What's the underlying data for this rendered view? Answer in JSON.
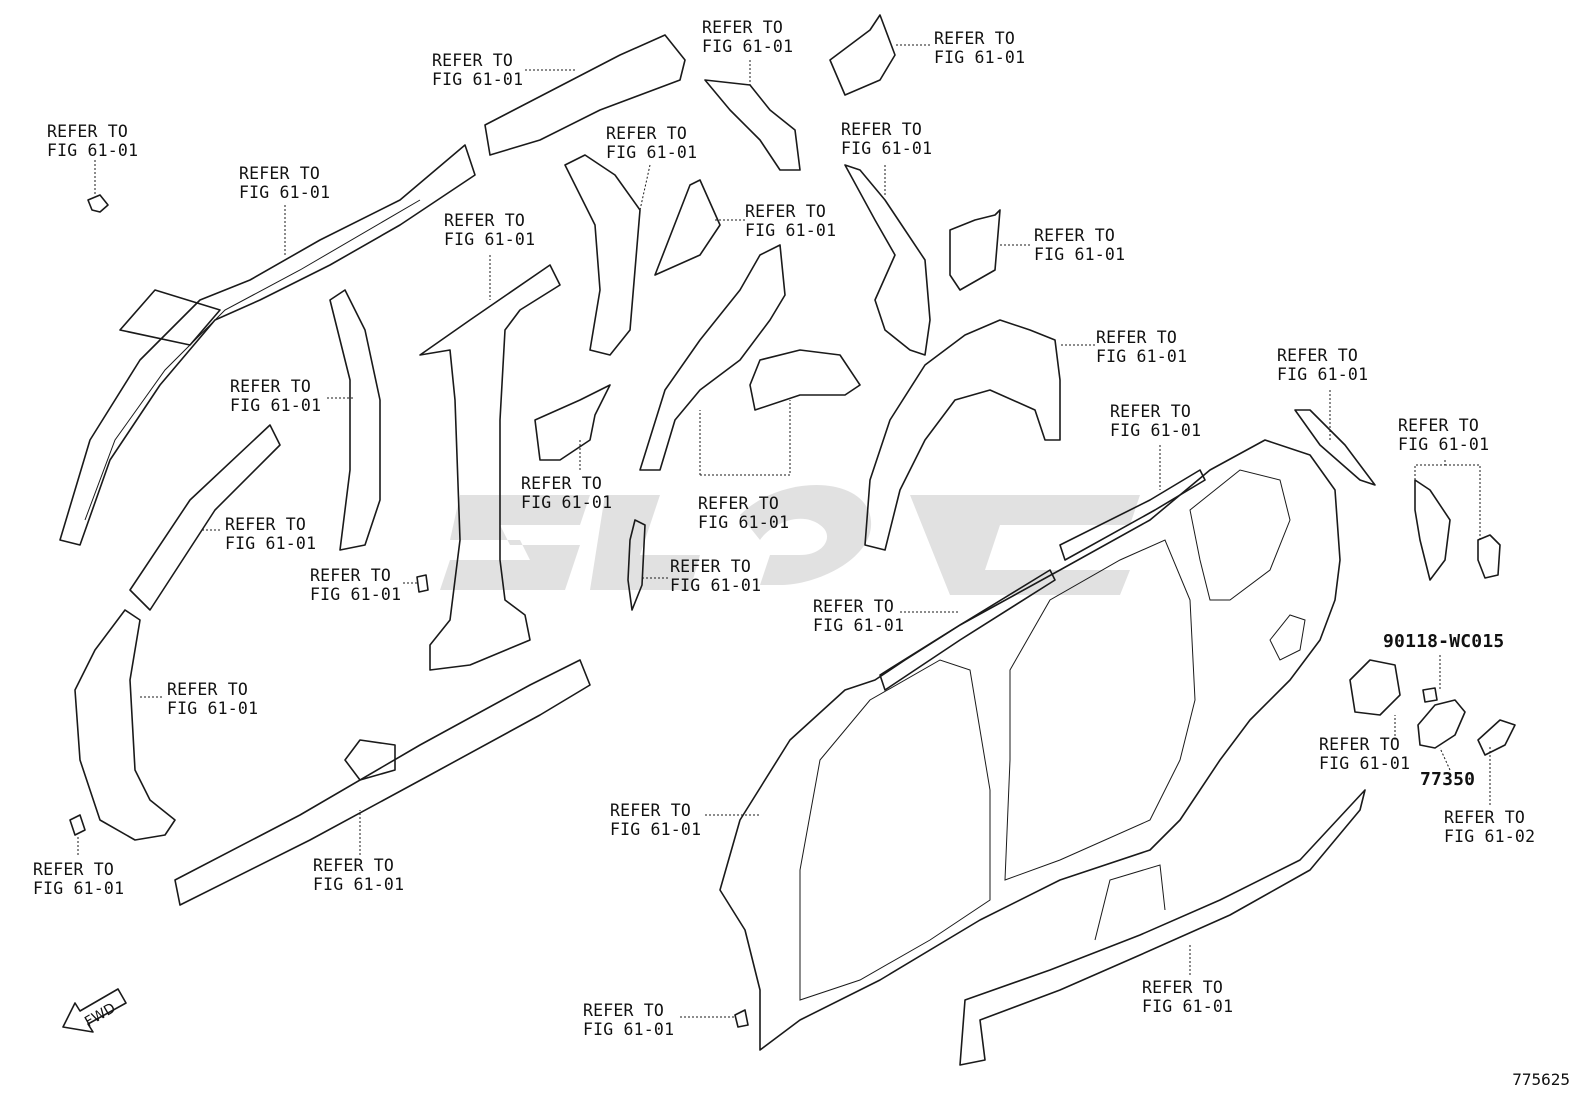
{
  "refer_text": "REFER TO",
  "labels": {
    "l01": "FIG 61-01",
    "l02": "FIG 61-01",
    "l03": "FIG 61-01",
    "l04": "FIG 61-01",
    "l05": "FIG 61-01",
    "l06": "FIG 61-01",
    "l07": "FIG 61-01",
    "l08": "FIG 61-01",
    "l09": "FIG 61-01",
    "l10": "FIG 61-01",
    "l11": "FIG 61-01",
    "l12": "FIG 61-01",
    "l13": "FIG 61-01",
    "l14": "FIG 61-01",
    "l15": "FIG 61-01",
    "l16": "FIG 61-01",
    "l17": "FIG 61-01",
    "l18": "FIG 61-01",
    "l19": "FIG 61-01",
    "l20": "FIG 61-01",
    "l21": "FIG 61-01",
    "l22": "FIG 61-01",
    "l23": "FIG 61-01",
    "l24": "FIG 61-01",
    "l25": "FIG 61-01",
    "l26": "FIG 61-01",
    "l27": "FIG 61-01",
    "l28": "FIG 61-01",
    "l29": "FIG 61-02"
  },
  "part_numbers": {
    "screw": "90118-WC015",
    "fuel_lid": "77350"
  },
  "fwd_text": "FWD",
  "diagram_id": "775625"
}
